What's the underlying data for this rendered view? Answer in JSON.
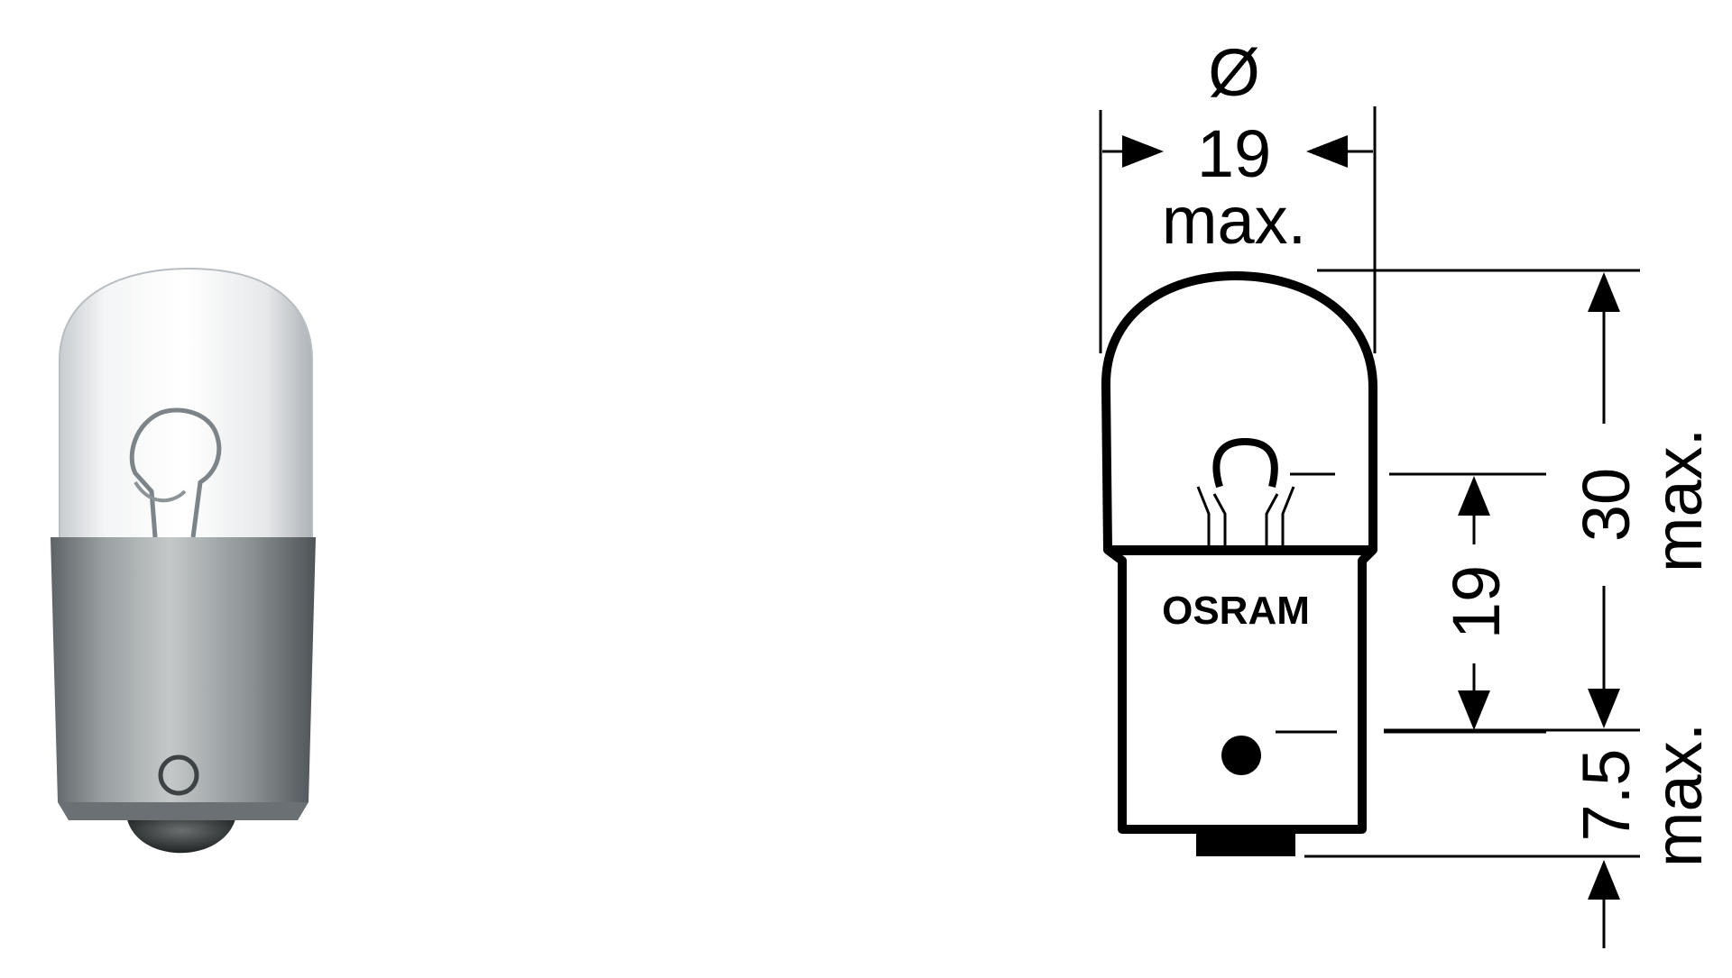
{
  "diagram": {
    "brand_label": "OSRAM",
    "diameter_symbol": "Ø",
    "diameter_value": "19",
    "diameter_qualifier": "max.",
    "length_value": "30",
    "length_qualifier": "max.",
    "filament_height_value": "19",
    "base_protrusion_value": "7.5",
    "base_protrusion_qualifier": "max."
  },
  "colors": {
    "line": "#000000",
    "background": "#ffffff"
  }
}
